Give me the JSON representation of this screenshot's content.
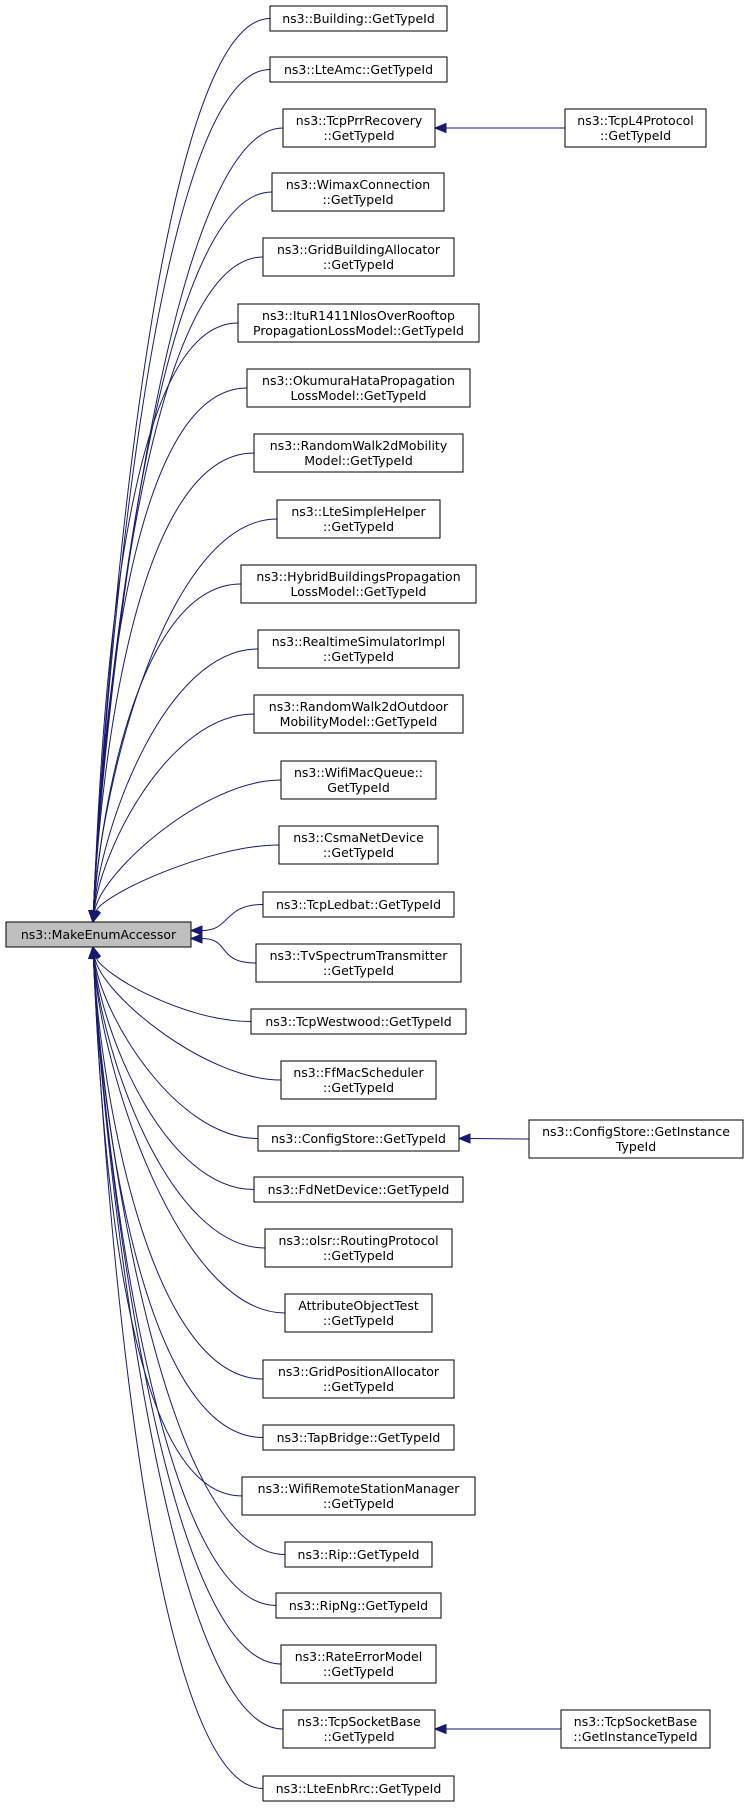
{
  "root": {
    "id": "root",
    "lines": [
      "ns3::MakeEnumAccessor"
    ]
  },
  "nodes": [
    {
      "id": "building",
      "lines": [
        "ns3::Building::GetTypeId"
      ]
    },
    {
      "id": "lteamc",
      "lines": [
        "ns3::LteAmc::GetTypeId"
      ]
    },
    {
      "id": "tcpprr",
      "lines": [
        "ns3::TcpPrrRecovery",
        "::GetTypeId"
      ]
    },
    {
      "id": "wimax",
      "lines": [
        "ns3::WimaxConnection",
        "::GetTypeId"
      ]
    },
    {
      "id": "gridbuilding",
      "lines": [
        "ns3::GridBuildingAllocator",
        "::GetTypeId"
      ]
    },
    {
      "id": "itur",
      "lines": [
        "ns3::ItuR1411NlosOverRooftop",
        "PropagationLossModel::GetTypeId"
      ]
    },
    {
      "id": "okumura",
      "lines": [
        "ns3::OkumuraHataPropagation",
        "LossModel::GetTypeId"
      ]
    },
    {
      "id": "rw2d",
      "lines": [
        "ns3::RandomWalk2dMobility",
        "Model::GetTypeId"
      ]
    },
    {
      "id": "ltesimple",
      "lines": [
        "ns3::LteSimpleHelper",
        "::GetTypeId"
      ]
    },
    {
      "id": "hybrid",
      "lines": [
        "ns3::HybridBuildingsPropagation",
        "LossModel::GetTypeId"
      ]
    },
    {
      "id": "realtime",
      "lines": [
        "ns3::RealtimeSimulatorImpl",
        "::GetTypeId"
      ]
    },
    {
      "id": "rw2dout",
      "lines": [
        "ns3::RandomWalk2dOutdoor",
        "MobilityModel::GetTypeId"
      ]
    },
    {
      "id": "wifimacq",
      "lines": [
        "ns3::WifiMacQueue::",
        "GetTypeId"
      ]
    },
    {
      "id": "csma",
      "lines": [
        "ns3::CsmaNetDevice",
        "::GetTypeId"
      ]
    },
    {
      "id": "ledbat",
      "lines": [
        "ns3::TcpLedbat::GetTypeId"
      ]
    },
    {
      "id": "tvspec",
      "lines": [
        "ns3::TvSpectrumTransmitter",
        "::GetTypeId"
      ]
    },
    {
      "id": "westwood",
      "lines": [
        "ns3::TcpWestwood::GetTypeId"
      ]
    },
    {
      "id": "ffmac",
      "lines": [
        "ns3::FfMacScheduler",
        "::GetTypeId"
      ]
    },
    {
      "id": "configstore",
      "lines": [
        "ns3::ConfigStore::GetTypeId"
      ]
    },
    {
      "id": "fdnet",
      "lines": [
        "ns3::FdNetDevice::GetTypeId"
      ]
    },
    {
      "id": "olsr",
      "lines": [
        "ns3::olsr::RoutingProtocol",
        "::GetTypeId"
      ]
    },
    {
      "id": "attrtest",
      "lines": [
        "AttributeObjectTest",
        "::GetTypeId"
      ]
    },
    {
      "id": "gridpos",
      "lines": [
        "ns3::GridPositionAllocator",
        "::GetTypeId"
      ]
    },
    {
      "id": "tapbridge",
      "lines": [
        "ns3::TapBridge::GetTypeId"
      ]
    },
    {
      "id": "wifiremote",
      "lines": [
        "ns3::WifiRemoteStationManager",
        "::GetTypeId"
      ]
    },
    {
      "id": "rip",
      "lines": [
        "ns3::Rip::GetTypeId"
      ]
    },
    {
      "id": "ripng",
      "lines": [
        "ns3::RipNg::GetTypeId"
      ]
    },
    {
      "id": "rateerror",
      "lines": [
        "ns3::RateErrorModel",
        "::GetTypeId"
      ]
    },
    {
      "id": "tcpsocket",
      "lines": [
        "ns3::TcpSocketBase",
        "::GetTypeId"
      ]
    },
    {
      "id": "lteenb",
      "lines": [
        "ns3::LteEnbRrc::GetTypeId"
      ]
    }
  ],
  "secondary": [
    {
      "id": "tcpl4",
      "target": "tcpprr",
      "lines": [
        "ns3::TcpL4Protocol",
        "::GetTypeId"
      ]
    },
    {
      "id": "configinst",
      "target": "configstore",
      "lines": [
        "ns3::ConfigStore::GetInstance",
        "TypeId"
      ]
    },
    {
      "id": "tcpsockinst",
      "target": "tcpsocket",
      "lines": [
        "ns3::TcpSocketBase",
        "::GetInstanceTypeId"
      ]
    }
  ],
  "colors": {
    "edge": "#191970",
    "root_fill": "#bfbfbf",
    "node_fill": "#ffffff",
    "border": "#000000"
  }
}
